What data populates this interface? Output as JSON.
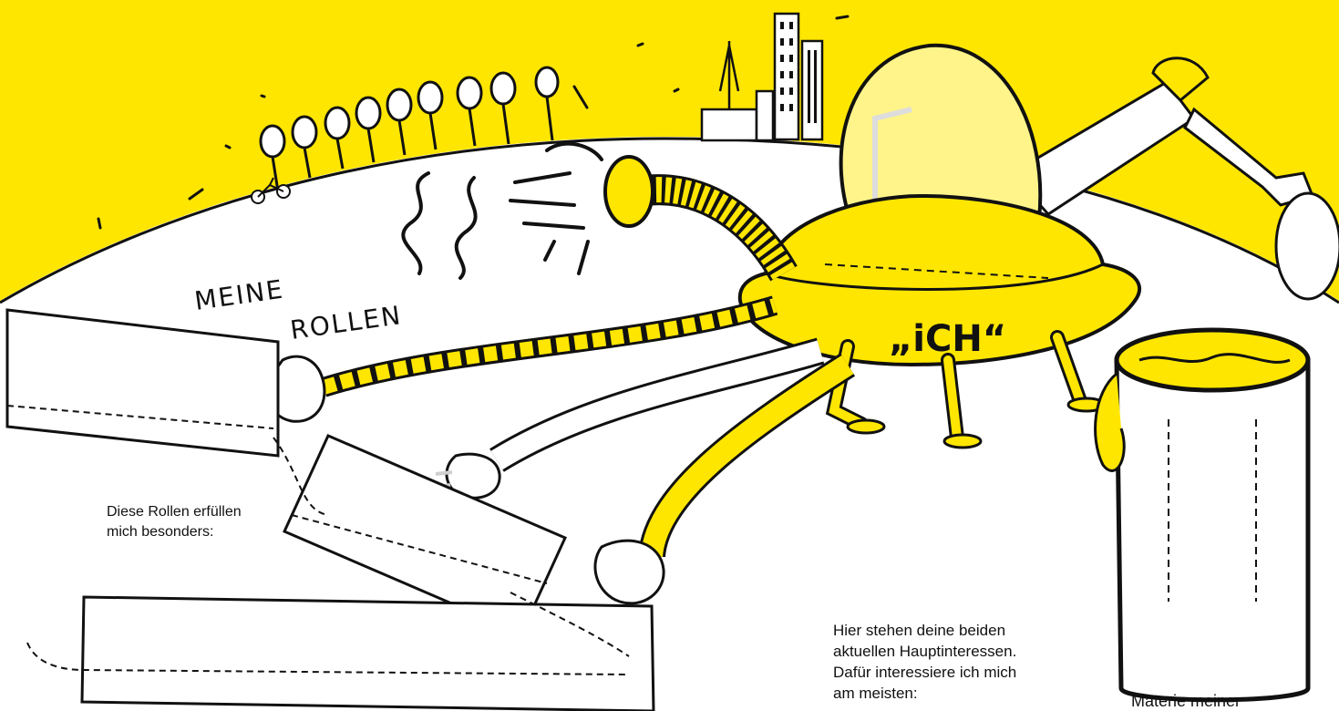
{
  "colors": {
    "accent": "#ffe600",
    "accent_light": "#fff48a",
    "ink": "#111111",
    "shadow": "#cfcfcf"
  },
  "heading": {
    "line1": "MEINE",
    "line2": "ROLLEN"
  },
  "ufo": {
    "label": "„iCH“"
  },
  "roles_note": {
    "line1": "Diese Rollen erfüllen",
    "line2": "mich besonders:"
  },
  "interests_note": {
    "line1": "Hier stehen deine beiden",
    "line2": "aktuellen Hauptinteressen.",
    "line3": "Dafür interessiere ich mich",
    "line4": "am meisten:"
  },
  "bucket": {
    "caption": "Materie meiner"
  },
  "icons": [
    "ufo-icon",
    "city-skyline-icon",
    "balloon-tree-icon",
    "bicycle-icon",
    "paint-bucket-icon",
    "glove-hand-icon",
    "claw-arm-icon"
  ]
}
